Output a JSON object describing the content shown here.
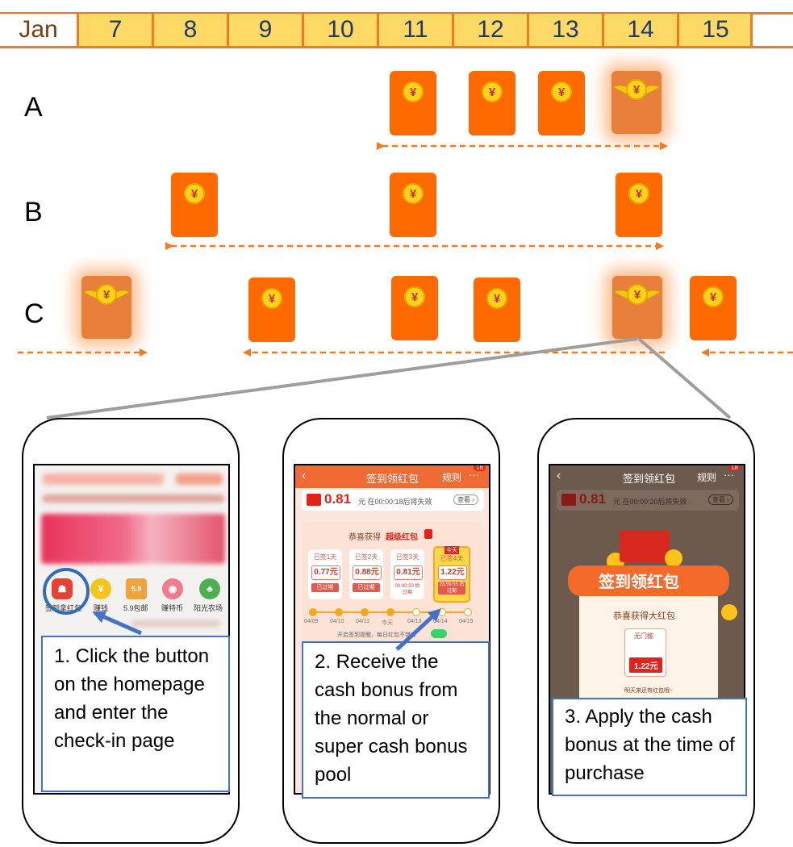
{
  "calendar": {
    "month": "Jan",
    "days": [
      "7",
      "8",
      "9",
      "10",
      "11",
      "12",
      "13",
      "14",
      "15"
    ]
  },
  "rows": [
    {
      "label": "A"
    },
    {
      "label": "B"
    },
    {
      "label": "C"
    }
  ],
  "envelope_symbol": "¥",
  "colors": {
    "orange": "#f47920",
    "envelope": "#ff6a00",
    "day_cell": "#ffd966",
    "caption_border": "#4472c4",
    "arrow": "#4472c4"
  },
  "phone1": {
    "icons": [
      {
        "label": "签到拿红包"
      },
      {
        "label": "赚钱"
      },
      {
        "label": "5.9包邮",
        "badge": "5.9"
      },
      {
        "label": "赚特币"
      },
      {
        "label": "阳光农场"
      }
    ],
    "caption": "1. Click the button on the homepage and enter the check-in page"
  },
  "phone2": {
    "title": "签到领红包",
    "rules": "规则",
    "menu": "···",
    "notif_count": "18",
    "amount": "0.81",
    "amount_suffix": "元 在00:00:18后将失效",
    "view": "查看 ›",
    "congrats": "恭喜获得",
    "super_label": "超级红包",
    "cards": [
      {
        "head": "已签1天",
        "value": "0.77元",
        "foot": "已过期"
      },
      {
        "head": "已签2天",
        "value": "0.88元",
        "foot": "已过期"
      },
      {
        "head": "已签3天",
        "value": "0.81元",
        "foot": "00:00:20 后过期"
      },
      {
        "head": "已签4天",
        "value": "1.22元",
        "foot": "23:59:55 后过期",
        "tag": "今天"
      }
    ],
    "dates": [
      "04/09",
      "04/10",
      "04/11",
      "今天",
      "04/13",
      "04/14",
      "04/15"
    ],
    "reminder": "开启签到提醒，每日红包不错过",
    "caption": "2. Receive the cash bonus from the normal or super cash bonus pool"
  },
  "phone3": {
    "title": "签到领红包",
    "rules": "规则",
    "menu": "···",
    "notif_count": "18",
    "amount": "0.81",
    "amount_suffix": "元 在00:00:20后将失效",
    "view": "查看 ›",
    "banner": "签到领红包",
    "congrats": "恭喜获得大红包",
    "coupon_tag": "无门槛",
    "coupon_value": "1.22元",
    "tomorrow": "明天来还有红包哦~",
    "caption": "3. Apply the cash bonus at the time of purchase"
  }
}
